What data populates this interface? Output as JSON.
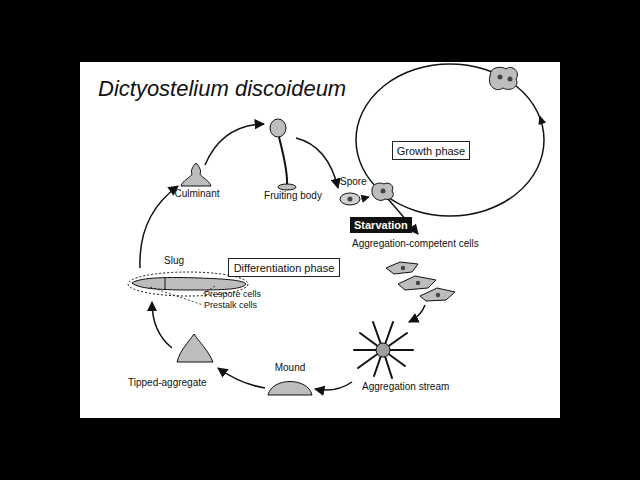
{
  "diagram": {
    "title": "Dictyostelium discoideum",
    "nodes": [
      {
        "text": [
          "Growth phase"
        ]
      },
      {
        "text": [
          "Starvation"
        ]
      },
      {
        "text": [
          "Differentiation phase"
        ]
      }
    ],
    "labels": [
      "Spore",
      "Fruiting body",
      "Culminant",
      "Aggregation-competent cells",
      "Slug",
      "Prespore cells",
      "Prestalk cells",
      "Aggregation stream",
      "Mound",
      "Tipped-aggregate"
    ]
  }
}
